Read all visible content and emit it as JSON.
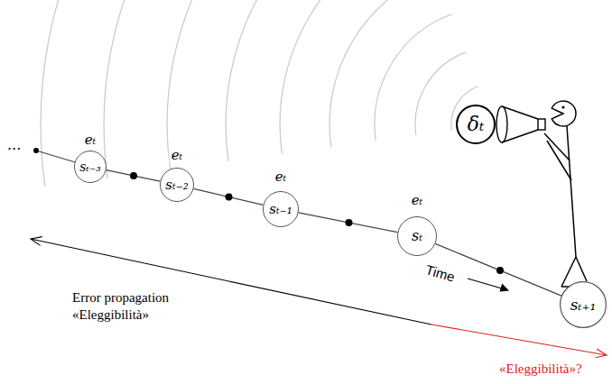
{
  "diagram": {
    "nodes": [
      {
        "text": [
          "eₜ",
          "sₜ₋₃"
        ]
      },
      {
        "text": [
          "eₜ",
          "sₜ₋₂"
        ]
      },
      {
        "text": [
          "eₜ",
          "sₜ₋₁"
        ]
      },
      {
        "text": [
          "eₜ",
          "sₜ"
        ]
      },
      {
        "text": [
          "δₜ"
        ]
      },
      {
        "text": [
          "sₜ₊₁"
        ]
      }
    ],
    "edges": [
      {
        "from": 0,
        "to": 1,
        "arrow": "none"
      },
      {
        "from": 1,
        "to": 2,
        "arrow": "none"
      },
      {
        "from": 2,
        "to": 3,
        "arrow": "none"
      },
      {
        "from": 3,
        "to": 5,
        "arrow": "none"
      }
    ],
    "labels": [
      "...",
      "Time",
      "Error propagation",
      "«Eleggibilità»",
      "«Eleggibilità»?"
    ]
  }
}
